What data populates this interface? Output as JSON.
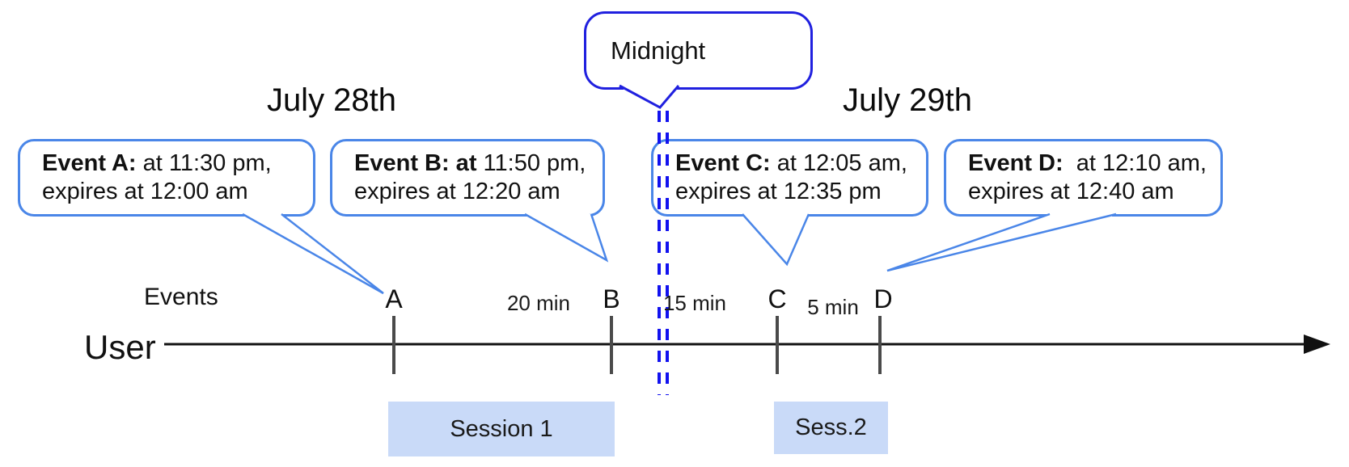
{
  "headings": {
    "day_left": "July 28th",
    "day_right": "July 29th"
  },
  "midnight_callout": {
    "label": "Midnight"
  },
  "event_callouts": [
    {
      "bold": "Event A:",
      "rest": " at 11:30 pm,",
      "line2": "expires at 12:00 am"
    },
    {
      "bold": "Event B: at",
      "rest": " 11:50 pm,",
      "line2": "expires at 12:20 am"
    },
    {
      "bold": "Event C:",
      "rest": " at 12:05 am,",
      "line2": "expires at 12:35 pm"
    },
    {
      "bold": "Event D:",
      "rest": "  at 12:10 am,",
      "line2": "expires at 12:40 am"
    }
  ],
  "timeline": {
    "events_label": "Events",
    "user_label": "User",
    "tick_labels": [
      "A",
      "B",
      "C",
      "D"
    ],
    "gap_labels": [
      "20 min",
      "15 min",
      "5 min"
    ]
  },
  "sessions": [
    {
      "label": "Session 1"
    },
    {
      "label": "Sess.2"
    }
  ],
  "colors": {
    "callout_border": "#4a86e8",
    "midnight_border": "#2020df",
    "dashed_midnight_line": "#1212ef",
    "session_fill": "#c9daf8",
    "axis_line": "#111111",
    "tick_mark": "#4a4a4a",
    "text": "#111111"
  }
}
